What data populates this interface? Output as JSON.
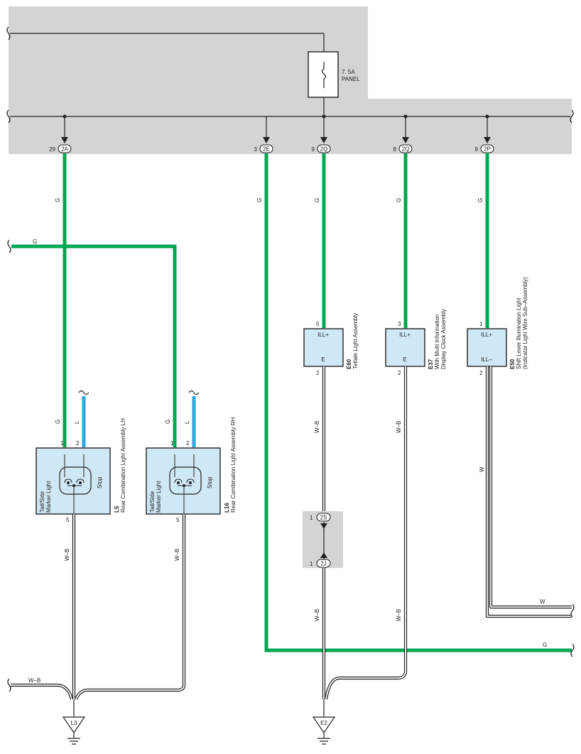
{
  "fuse": {
    "rating": "7. 5A",
    "name": "PANEL"
  },
  "junctions": [
    {
      "id": "2A",
      "pin": "29"
    },
    {
      "id": "2E",
      "pin": "3"
    },
    {
      "id": "2Q",
      "pin": "9"
    },
    {
      "id": "2Q",
      "pin": "8"
    },
    {
      "id": "2P",
      "pin": "9"
    },
    {
      "id": "2S",
      "pin": "1"
    },
    {
      "id": "2J",
      "pin": "1"
    }
  ],
  "wire_colors": {
    "g": "G",
    "l": "L",
    "wb": "W–B",
    "w": "W"
  },
  "colors": {
    "green": "#00a651",
    "blue": "#29a8e0",
    "panel": "#d4d4d6",
    "component": "#cfe8f6"
  },
  "components": {
    "l5": {
      "code": "L5",
      "name": "Rear Combination Light Assembly LH",
      "lamp": "Tail/Side",
      "lamp2": "Marker Light",
      "stop": "Stop",
      "pin1": "1",
      "pin2": "2",
      "pin5": "5"
    },
    "l16": {
      "code": "L16",
      "name": "Rear Combination Light Assembly RH",
      "lamp": "Tail/Side",
      "lamp2": "Marker Light",
      "stop": "Stop",
      "pin1": "1",
      "pin2": "2",
      "pin5": "5"
    },
    "e60": {
      "code": "E60",
      "name": "Teltale Light Assembly",
      "ill_plus": "ILL+",
      "ground": "E",
      "pin_in": "5",
      "pin_out": "2"
    },
    "e37": {
      "code": "E37",
      "name1": "With Multi Information",
      "name2": "Display Clock Assembly",
      "ill_plus": "ILL+",
      "ground": "E",
      "pin_in": "3",
      "pin_out": "2"
    },
    "e50": {
      "code": "E50",
      "name1": "Shift Lever Illumination Light",
      "name2": "(Indicator Light Wire Sub–Assembly)",
      "ill_plus": "ILL+",
      "ill_minus": "ILL–",
      "pin_in": "1",
      "pin_out": "2"
    }
  },
  "grounds": {
    "left": "L3",
    "right": "E2"
  }
}
